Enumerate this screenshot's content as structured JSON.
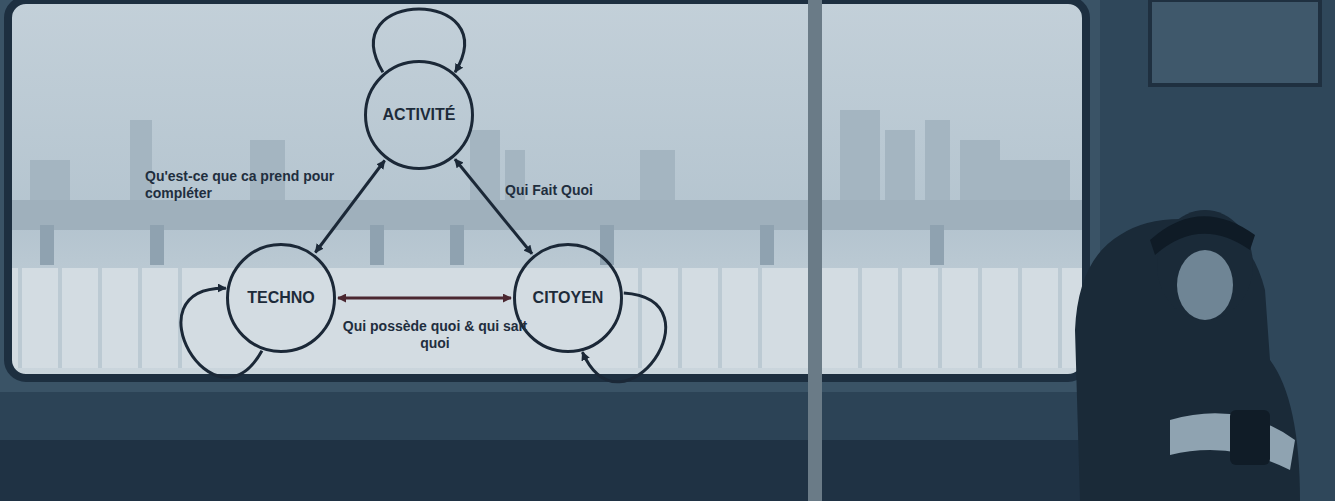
{
  "diagram": {
    "nodes": [
      {
        "text": [
          "ACTIVITÉ"
        ]
      },
      {
        "text": [
          "TECHNO"
        ]
      },
      {
        "text": [
          "CITOYEN"
        ]
      }
    ],
    "edges": [
      {
        "from": 0,
        "to": 1,
        "arrow": "both",
        "label": "Qu'est-ce que ca prend pour compléter"
      },
      {
        "from": 0,
        "to": 2,
        "arrow": "both",
        "label": "Qui Fait Quoi"
      },
      {
        "from": 1,
        "to": 2,
        "arrow": "both",
        "label": "Qui possède quoi & qui sait quoi"
      },
      {
        "from": 0,
        "to": 0,
        "arrow": "to"
      },
      {
        "from": 1,
        "to": 1,
        "arrow": "to"
      },
      {
        "from": 2,
        "to": 2,
        "arrow": "to"
      }
    ]
  }
}
